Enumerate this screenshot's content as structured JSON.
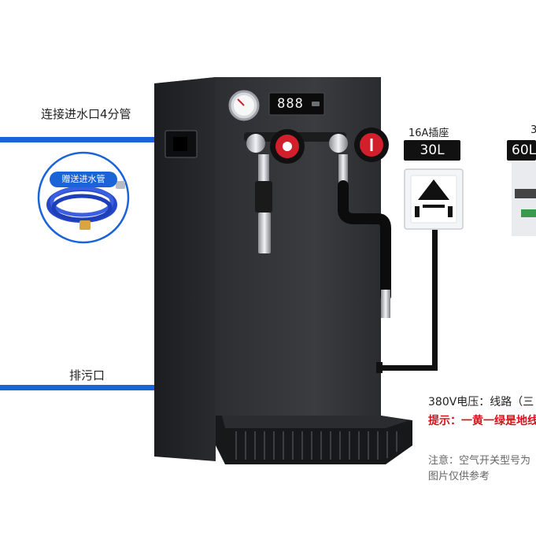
{
  "labels": {
    "inlet": "连接进水口4分管",
    "hose_gift": "赠送进水管",
    "drain": "排污口",
    "socket_16a": "16A插座",
    "socket_partial": "3",
    "vol_30": "30L",
    "vol_60": "60L",
    "voltage_380": "380V电压：线路（三",
    "hint": "提示：一黄一绿是地线",
    "note_switch": "注意：空气开关型号为",
    "note_reference": "图片仅供参考"
  },
  "display": {
    "readout": "888"
  },
  "colors": {
    "pipe_blue": "#1a63d8",
    "machine_body": "#2b2d30",
    "knob_red": "#d21f2b",
    "hint_red": "#d8121b"
  }
}
